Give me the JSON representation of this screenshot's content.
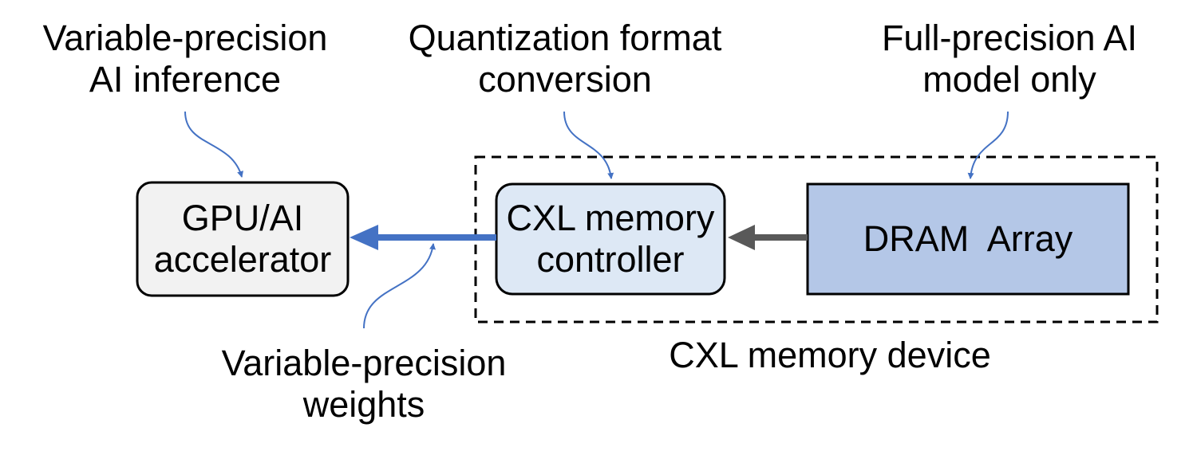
{
  "annotations": {
    "gpu_top_line1": "Variable-precision",
    "gpu_top_line2": "AI inference",
    "ctrl_top_line1": "Quantization format",
    "ctrl_top_line2": "conversion",
    "dram_top_line1": "Full-precision AI",
    "dram_top_line2": "model only",
    "weights_line1": "Variable-precision",
    "weights_line2": "weights"
  },
  "nodes": {
    "gpu_line1": "GPU/AI",
    "gpu_line2": "accelerator",
    "ctrl_line1": "CXL memory",
    "ctrl_line2": "controller",
    "dram": "DRAM  Array"
  },
  "device_label": "CXL memory device",
  "colors": {
    "gpu_fill": "#f2f2f2",
    "ctrl_fill": "#dde8f5",
    "dram_fill": "#b4c7e7",
    "blue_arrow": "#4472c4",
    "gray_arrow": "#595959",
    "callout": "#4472c4"
  }
}
